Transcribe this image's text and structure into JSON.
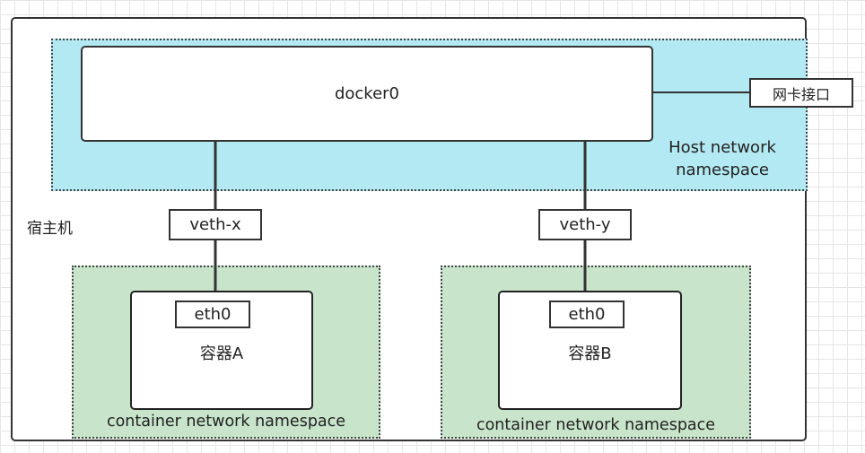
{
  "host": {
    "label": "宿主机",
    "namespace_label": "Host network namespace"
  },
  "bridge": {
    "label": "docker0"
  },
  "nic": {
    "label": "网卡接口"
  },
  "veths": [
    {
      "label": "veth-x"
    },
    {
      "label": "veth-y"
    }
  ],
  "containers": [
    {
      "name": "容器A",
      "interface": "eth0",
      "namespace_label": "container network namespace"
    },
    {
      "name": "容器B",
      "interface": "eth0",
      "namespace_label": "container network namespace"
    }
  ],
  "colors": {
    "host_namespace_fill": "#b3e9f2",
    "container_namespace_fill": "#c8e5cb",
    "outline": "#333333"
  }
}
